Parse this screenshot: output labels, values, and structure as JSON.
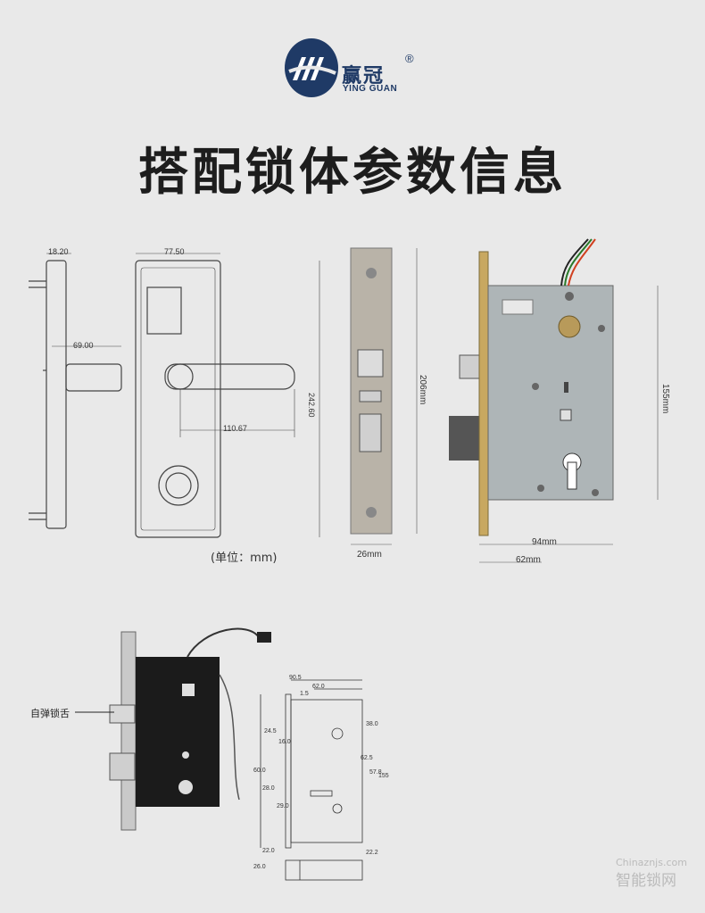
{
  "brand": {
    "name_cn": "赢冠",
    "name_en": "YING GUAN",
    "registered_mark": "®",
    "accent_color": "#1f3a66"
  },
  "title": "搭配锁体参数信息",
  "front_view": {
    "dims": {
      "plate_thickness": "18.20",
      "handle_projection": "69.00",
      "plate_width": "77.50",
      "plate_height": "242.60",
      "handle_length": "110.67"
    },
    "unit_note": "(单位：mm)"
  },
  "mortise_photo": {
    "dims": {
      "faceplate_length": "206mm",
      "body_height": "155mm",
      "faceplate_width": "26mm",
      "body_depth": "94mm",
      "backset": "62mm"
    }
  },
  "latch_callout": "自弹锁舌",
  "tech_drawing": {
    "dims": [
      "90.5",
      "62.0",
      "1.5",
      "24.5",
      "16.0",
      "38.0",
      "62.5",
      "57.8",
      "155",
      "60.0",
      "28.0",
      "29.0",
      "22.0",
      "26.0",
      "22.2"
    ]
  },
  "watermark": {
    "line1": "Chinaznjs.com",
    "line2": "智能锁网"
  }
}
